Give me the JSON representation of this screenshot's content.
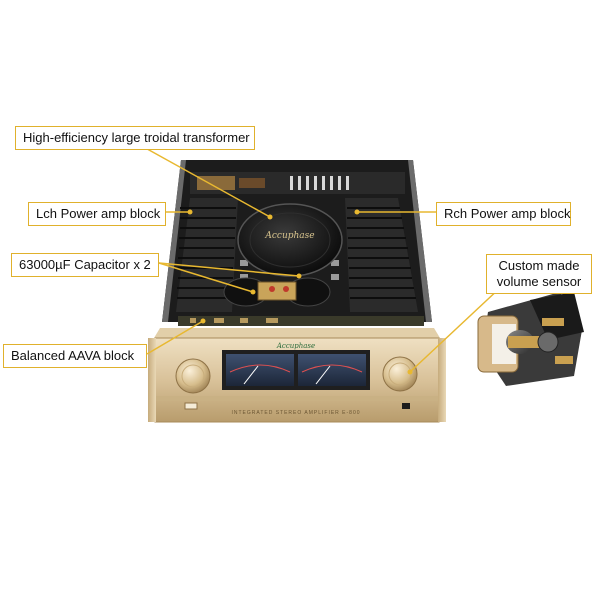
{
  "callouts": {
    "transformer": "High-efficiency large troidal transformer",
    "lch": "Lch Power amp block",
    "rch": "Rch Power amp block",
    "capacitor": "63000µF Capacitor x 2",
    "volume_line1": "Custom made",
    "volume_line2": "volume sensor",
    "aava": "Balanced AAVA block"
  },
  "device": {
    "brand_script": "Accuphase",
    "front_panel_text": "INTEGRATED STEREO AMPLIFIER E-800"
  },
  "colors": {
    "callout_border": "#e0b12c",
    "leader_line": "#e8b830",
    "gold_panel": "#d8c29a",
    "chassis_dark": "#1c1c1c",
    "meter_blue": "#2a3a52"
  }
}
